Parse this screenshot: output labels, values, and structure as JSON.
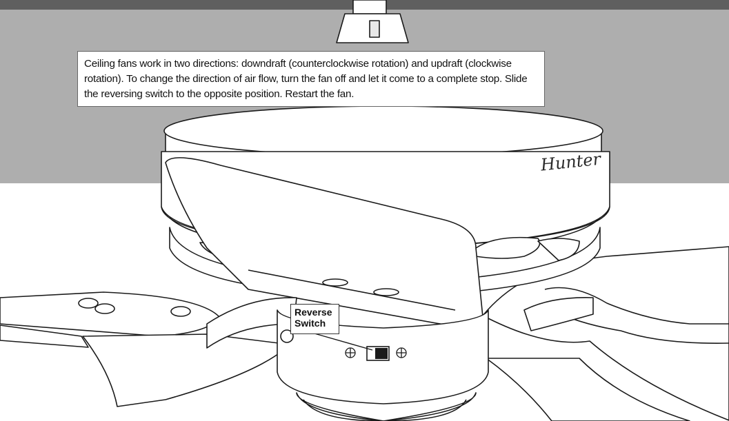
{
  "caption": {
    "text": "Ceiling fans work in two directions: downdraft (counterclockwise rotation) and updraft (clockwise rotation). To change the direction of air flow, turn the fan off and let it come to a complete stop. Slide the reversing switch to the opposite position. Restart the fan."
  },
  "callout": {
    "line1": "Reverse",
    "line2": "Switch"
  },
  "logo": {
    "text": "Hunter"
  },
  "icons": {
    "screw_left": "screw-icon",
    "screw_right": "screw-icon",
    "switch": "slide-switch-icon"
  },
  "colors": {
    "header_bar": "#5f5f5f",
    "background_band": "#aeaeae",
    "fan_fill": "#ffffff",
    "outline": "#1a1a1a"
  }
}
